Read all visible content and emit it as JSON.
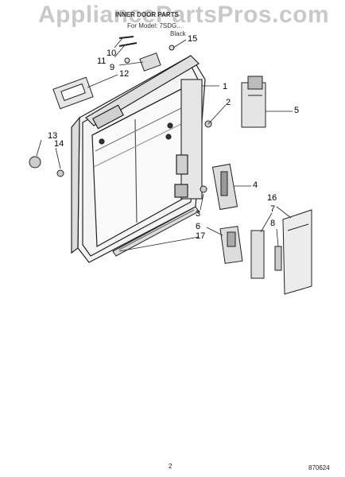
{
  "watermark": "AppliancePartsPros.com",
  "header": {
    "title": "INNER DOOR PARTS",
    "subtitle": "For Model: 7SDG...",
    "color": "Black"
  },
  "callouts": [
    "1",
    "2",
    "3",
    "4",
    "5",
    "6",
    "7",
    "8",
    "9",
    "10",
    "11",
    "12",
    "13",
    "14",
    "15",
    "16",
    "17"
  ],
  "footer": {
    "page": "2",
    "code": "870624"
  }
}
